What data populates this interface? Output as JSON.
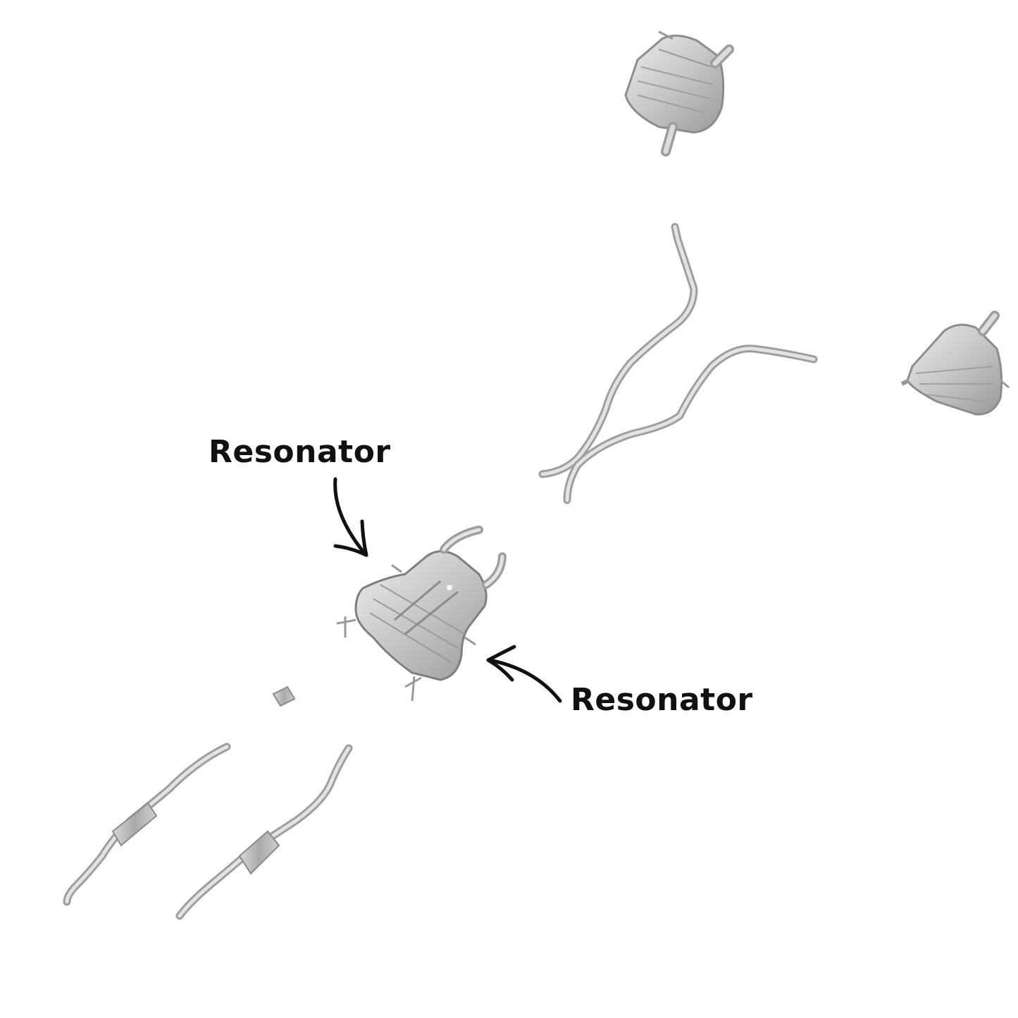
{
  "annotations": [
    {
      "id": "resonator-label-top",
      "text": "Resonator"
    },
    {
      "id": "resonator-label-bottom",
      "text": "Resonator"
    }
  ],
  "colors": {
    "background": "#ffffff",
    "metal_light": "#e2e2e2",
    "metal_mid": "#b9b9b9",
    "metal_dark": "#8c8c8c",
    "label_text": "#111111",
    "arrow": "#111111"
  },
  "icons": {
    "arrow": "curved-arrow-icon"
  }
}
